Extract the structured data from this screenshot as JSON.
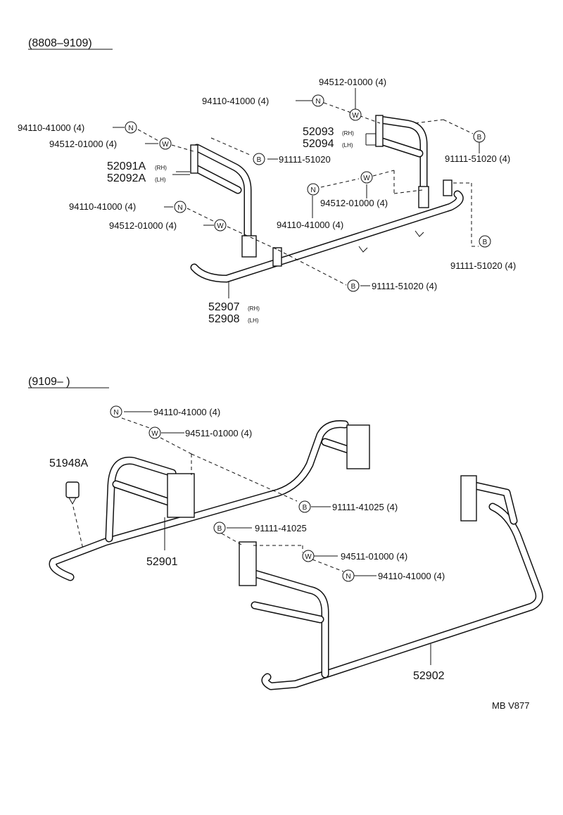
{
  "sections": {
    "top_range": "(8808–9109)",
    "bottom_range": "(9109–        )"
  },
  "symbols": {
    "nut": "N",
    "washer": "W",
    "bolt": "B"
  },
  "labels": {
    "t_94512_top": "94512-01000 (4)",
    "t_94110_top": "94110-41000 (4)",
    "t_94110_left": "94110-41000 (4)",
    "t_94512_left": "94512-01000 (4)",
    "t_91111_mid": "91111-51020",
    "t_52093": "52093",
    "t_52093_sub": "(RH)",
    "t_52094": "52094",
    "t_52094_sub": "(LH)",
    "t_52091a": "52091A",
    "t_52091a_sub": "(RH)",
    "t_52092a": "52092A",
    "t_52092a_sub": "(LH)",
    "t_91111_right": "91111-51020 (4)",
    "t_94512_center": "94512-01000 (4)",
    "t_94110_center": "94110-41000 (4)",
    "t_94110_left2": "94110-41000 (4)",
    "t_94512_left2": "94512-01000 (4)",
    "t_91111_far": "91111-51020 (4)",
    "t_91111_bottom": "91111-51020 (4)",
    "t_52907": "52907",
    "t_52907_sub": "(RH)",
    "t_52908": "52908",
    "t_52908_sub": "(LH)",
    "b_94110_top": "94110-41000 (4)",
    "b_94511_top": "94511-01000 (4)",
    "b_51948a": "51948A",
    "b_91111_41025_4": "91111-41025 (4)",
    "b_91111_41025": "91111-41025",
    "b_94511_right": "94511-01000 (4)",
    "b_94110_right": "94110-41000 (4)",
    "b_52901": "52901",
    "b_52902": "52902"
  },
  "diagram_code": "MB V877"
}
